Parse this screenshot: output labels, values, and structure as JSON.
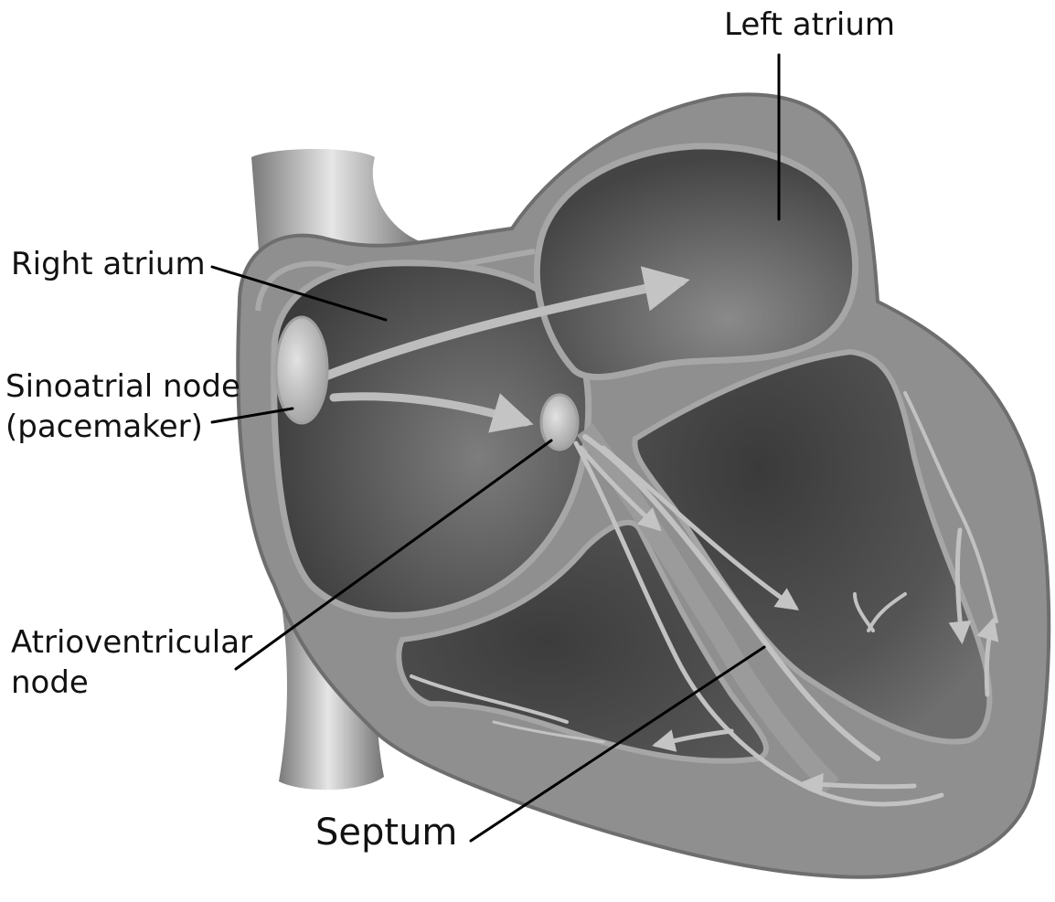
{
  "diagram": {
    "labels": {
      "left_atrium": "Left atrium",
      "right_atrium": "Right atrium",
      "sinoatrial_line1": "Sinoatrial node",
      "sinoatrial_line2": "(pacemaker)",
      "av_line1": "Atrioventricular",
      "av_line2": "node",
      "septum": "Septum"
    },
    "colors": {
      "wall": "#8f8f8f",
      "wall_dark": "#6e6e6e",
      "chamber": "#4a4a4a",
      "conduction": "#bdbdbd",
      "node": "#c9c9c9",
      "vessel": "#b3b3b3",
      "label_text": "#111111"
    }
  }
}
